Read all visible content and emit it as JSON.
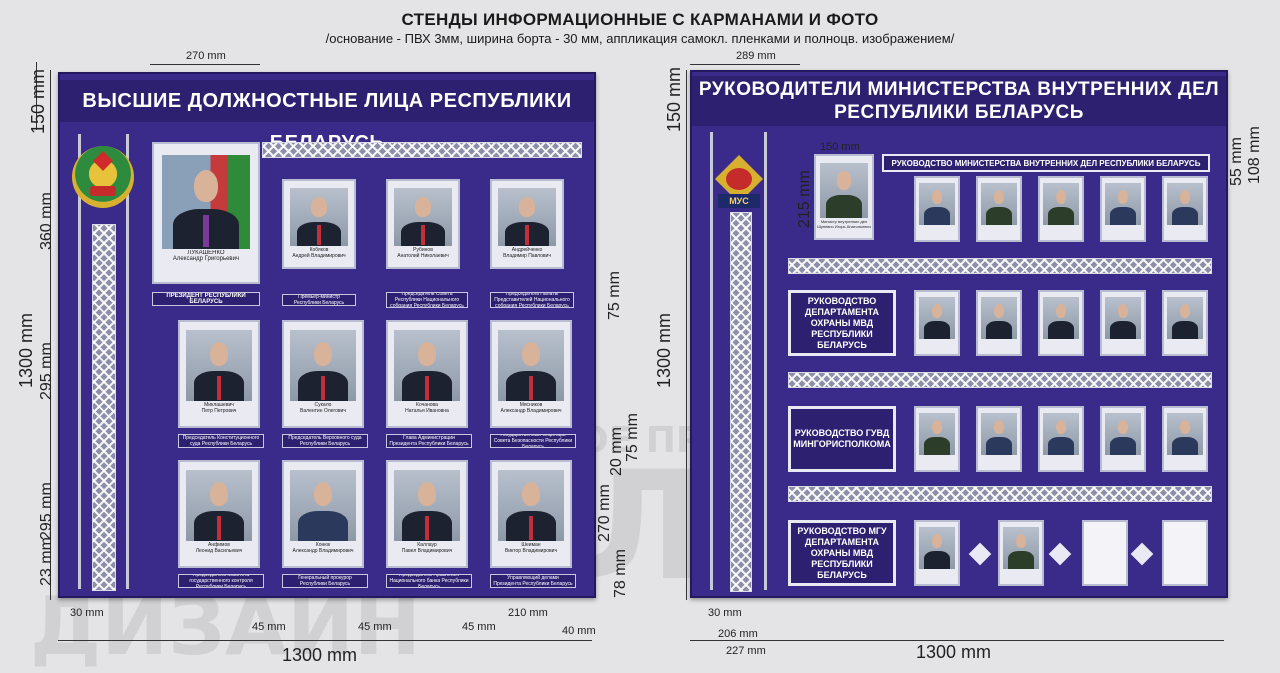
{
  "header": {
    "title": "СТЕНДЫ ИНФОРМАЦИОННЫЕ С КАРМАНАМИ И ФОТО",
    "subtitle": "/основание - ПВХ 3мм, ширина борта - 30 мм, аппликация самокл. пленками и полноцв. изображением/"
  },
  "left_board": {
    "title": "ВЫСШИЕ ДОЛЖНОСТНЫЕ ЛИЦА РЕСПУБЛИКИ БЕЛАРУСЬ",
    "president": {
      "name": "ЛУКАШЕНКО\nАлександр Григорьевич",
      "caption": "ПРЕЗИДЕНТ РЕСПУБЛИКИ БЕЛАРУСЬ"
    },
    "row1": [
      {
        "name": "Кобяков\nАндрей Владимирович",
        "caption": "Премьер-министр Республики Беларусь"
      },
      {
        "name": "Рубинов\nАнатолий Николаевич",
        "caption": "Председатель Совета Республики Национального собрания Республики Беларусь"
      },
      {
        "name": "Андрейченко\nВладимир Павлович",
        "caption": "Председатель Палаты Представителей Национального собрания Республики Беларусь"
      }
    ],
    "row2": [
      {
        "name": "Миклашевич\nПетр Петрович",
        "caption": "Председатель Конституционного суда Республики Беларусь"
      },
      {
        "name": "Сукало\nВалентин Олегович",
        "caption": "Председатель Верховного суда Республики Беларусь"
      },
      {
        "name": "Кочанова\nНаталья Ивановна",
        "caption": "Глава Администрации Президента Республики Беларусь"
      },
      {
        "name": "Мясников\nАлександр Владимирович",
        "caption": "Государственный секретарь Совета Безопасности Республики Беларусь"
      }
    ],
    "row3": [
      {
        "name": "Анфимов\nЛеонид Васильевич",
        "caption": "Председатель Комитета государственного контроля Республики Беларусь"
      },
      {
        "name": "Конюк\nАлександр Владимирович",
        "caption": "Генеральный прокурор Республики Беларусь"
      },
      {
        "name": "Каллаур\nПавел Владимирович",
        "caption": "Председатель Правления Национального банка Республики Беларусь"
      },
      {
        "name": "Шеиман\nВиктор Владимирович",
        "caption": "Управляющий делами Президента Республики Беларусь"
      }
    ]
  },
  "right_board": {
    "title_line1": "РУКОВОДИТЕЛИ МИНИСТЕРСТВА ВНУТРЕННИХ ДЕЛ",
    "title_line2": "РЕСПУБЛИКИ БЕЛАРУСЬ",
    "emblem_text": "МУС",
    "minister": {
      "name": "Министр внутренних дел\nШуневич Игорь Анатольевич"
    },
    "section1_title": "РУКОВОДСТВО МИНИСТЕРСТВА ВНУТРЕННИХ ДЕЛ РЕСПУБЛИКИ БЕЛАРУСЬ",
    "section2_title": "РУКОВОДСТВО ДЕПАРТАМЕНТА ОХРАНЫ МВД РЕСПУБЛИКИ БЕЛАРУСЬ",
    "section3_title": "РУКОВОДСТВО ГУВД МИНГОРИСПОЛКОМА",
    "section4_title": "РУКОВОДСТВО МГУ ДЕПАРТАМЕНТА ОХРАНЫ МВД РЕСПУБЛИКИ БЕЛАРУСЬ"
  },
  "dimensions": {
    "d270": "270 mm",
    "d150a": "150 mm",
    "d360": "360 mm",
    "d1300v_left": "1300 mm",
    "d295a": "295 mm",
    "d295b": "295 mm",
    "d23": "23 mm",
    "d30_left": "30 mm",
    "d45a": "45 mm",
    "d45b": "45 mm",
    "d45c": "45 mm",
    "d210": "210 mm",
    "d40": "40 mm",
    "d1300h_left": "1300 mm",
    "d75a": "75 mm",
    "d75b": "75 mm",
    "d20": "20 mm",
    "d270v": "270 mm",
    "d78": "78 mm",
    "d289": "289 mm",
    "d150b": "150 mm",
    "d150h": "150 mm",
    "d215": "215 mm",
    "d55": "55 mm",
    "d108": "108 mm",
    "d1300v_right": "1300 mm",
    "d30_right": "30 mm",
    "d206": "206 mm",
    "d227": "227 mm",
    "d1300h_right": "1300 mm"
  },
  "watermark": {
    "line1": "ЧАСТНОЕ ПРЕДПРИЯТИЕ",
    "line2": "КОВАЛЁВ",
    "line3": "ДИЗАЙН"
  },
  "colors": {
    "board": "#3a2a8a",
    "title_bar": "#2d2070",
    "ornament": "#8d8fa8"
  }
}
